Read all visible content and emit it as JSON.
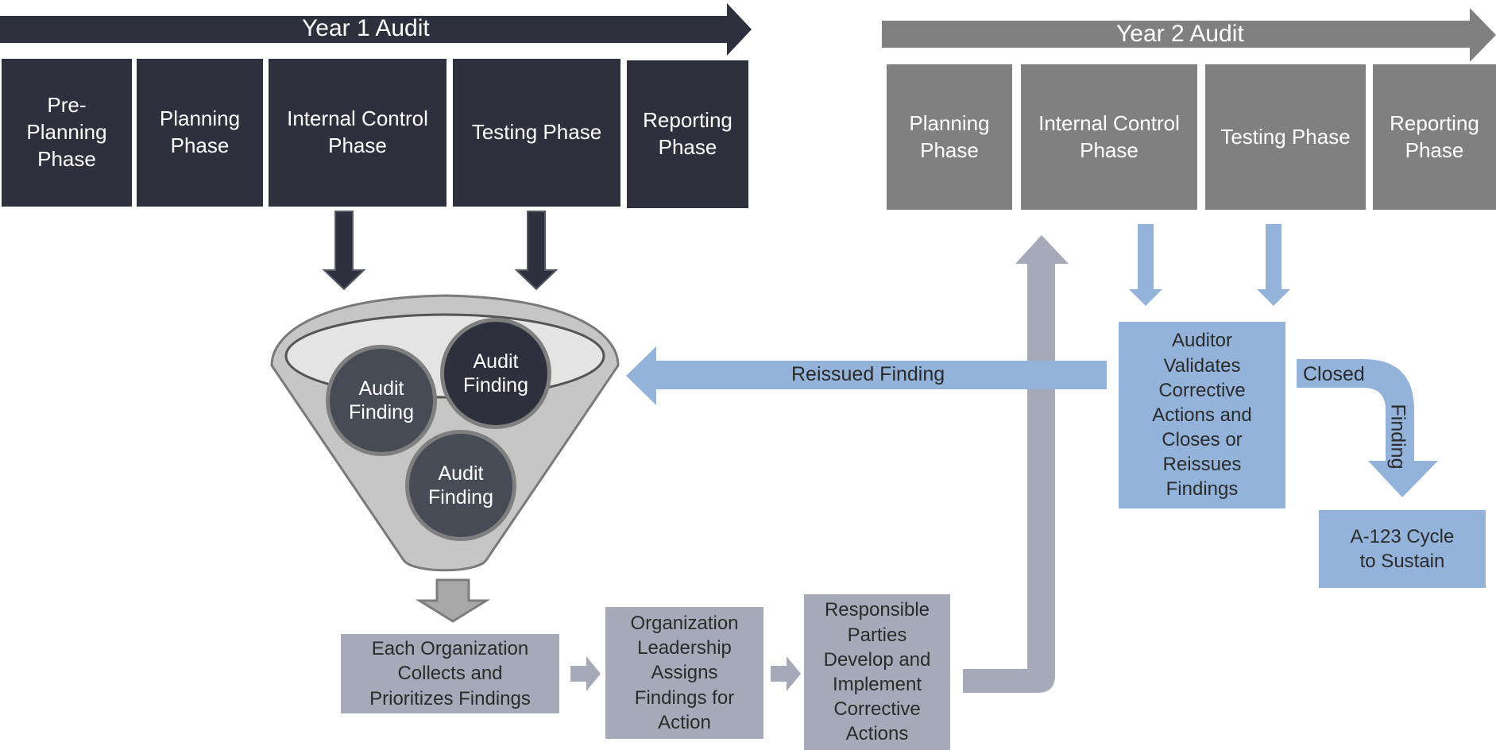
{
  "year1": {
    "title": "Year 1 Audit",
    "phases": [
      "Pre-\nPlanning\nPhase",
      "Planning\nPhase",
      "Internal Control\nPhase",
      "Testing Phase",
      "Reporting\nPhase"
    ]
  },
  "year2": {
    "title": "Year 2 Audit",
    "phases": [
      "Planning\nPhase",
      "Internal Control\nPhase",
      "Testing Phase",
      "Reporting\nPhase"
    ]
  },
  "funnel": {
    "findings": [
      "Audit\nFinding",
      "Audit\nFinding",
      "Audit\nFinding"
    ]
  },
  "steps": {
    "collect": "Each Organization\nCollects and\nPrioritizes Findings",
    "assign": "Organization\nLeadership\nAssigns\nFindings for\nAction",
    "implement": "Responsible\nParties\nDevelop and\nImplement\nCorrective\nActions"
  },
  "validate": "Auditor\nValidates\nCorrective\nActions and\nCloses or\nReissues\nFindings",
  "reissued_label": "Reissued Finding",
  "closed_label": "Closed",
  "finding_label": "Finding",
  "sustain": "A-123 Cycle\nto Sustain",
  "colors": {
    "dark": "#2e313d",
    "gray": "#808080",
    "steel": "#a5a9b8",
    "blue": "#93b3da"
  }
}
